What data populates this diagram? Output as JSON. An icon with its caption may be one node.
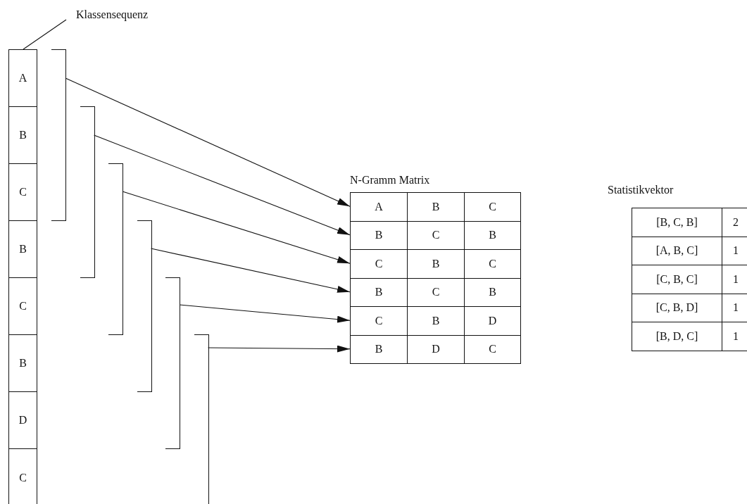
{
  "diagram": {
    "nodes": [
      {
        "text": [
          "Klassensequenz"
        ]
      },
      {
        "text": [],
        "shape": "box"
      },
      {
        "text": [
          "A"
        ],
        "in": 1
      },
      {
        "text": [
          "B"
        ],
        "in": 1
      },
      {
        "text": [
          "C"
        ],
        "in": 1
      },
      {
        "text": [
          "B"
        ],
        "in": 1
      },
      {
        "text": [
          "C"
        ],
        "in": 1
      },
      {
        "text": [
          "B"
        ],
        "in": 1
      },
      {
        "text": [
          "D"
        ],
        "in": 1
      },
      {
        "text": [
          "C"
        ],
        "in": 1
      },
      {
        "text": [],
        "shape": "bracket"
      },
      {
        "text": [],
        "shape": "bracket"
      },
      {
        "text": [],
        "shape": "bracket"
      },
      {
        "text": [],
        "shape": "bracket"
      },
      {
        "text": [],
        "shape": "bracket"
      },
      {
        "text": [],
        "shape": "bracket"
      },
      {
        "text": [
          "N-Gramm Matrix"
        ]
      },
      {
        "text": [
          "A",
          "B",
          "C"
        ],
        "in": 16
      },
      {
        "text": [
          "B",
          "C",
          "B"
        ],
        "in": 16
      },
      {
        "text": [
          "C",
          "B",
          "C"
        ],
        "in": 16
      },
      {
        "text": [
          "B",
          "C",
          "B"
        ],
        "in": 16
      },
      {
        "text": [
          "C",
          "B",
          "D"
        ],
        "in": 16
      },
      {
        "text": [
          "B",
          "D",
          "C"
        ],
        "in": 16
      },
      {
        "text": [
          "Statistikvektor"
        ]
      },
      {
        "text": [
          "[B, C, B]",
          "2"
        ],
        "in": 23
      },
      {
        "text": [
          "[A, B, C]",
          "1"
        ],
        "in": 23
      },
      {
        "text": [
          "[C, B, C]",
          "1"
        ],
        "in": 23
      },
      {
        "text": [
          "[C, B, D]",
          "1"
        ],
        "in": 23
      },
      {
        "text": [
          "[B, D, C]",
          "1"
        ],
        "in": 23
      }
    ],
    "edges": [
      {
        "from": 0,
        "to": 1,
        "arrow": "none"
      },
      {
        "from": 10,
        "to": 17,
        "arrow": "to"
      },
      {
        "from": 11,
        "to": 18,
        "arrow": "to"
      },
      {
        "from": 12,
        "to": 19,
        "arrow": "to"
      },
      {
        "from": 13,
        "to": 20,
        "arrow": "to"
      },
      {
        "from": 14,
        "to": 21,
        "arrow": "to"
      },
      {
        "from": 15,
        "to": 22,
        "arrow": "to"
      }
    ]
  }
}
